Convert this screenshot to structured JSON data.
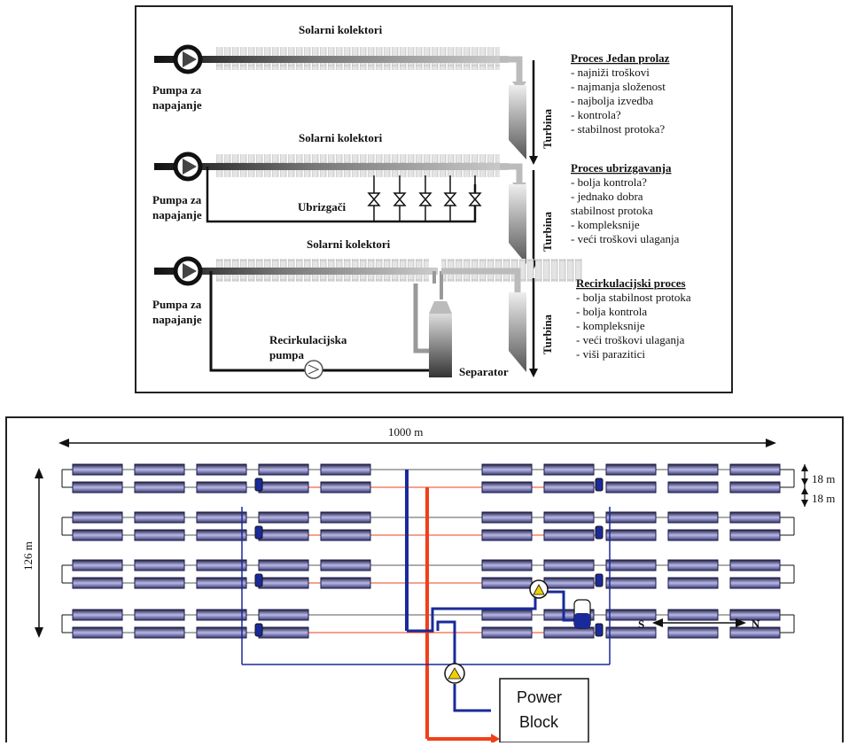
{
  "top_diagram": {
    "rows": [
      {
        "collectors_label": "Solarni kolektori",
        "pump_label_1": "Pumpa za",
        "pump_label_2": "napajanje",
        "turbine_label": "Turbina",
        "process_title": "Proces Jedan prolaz",
        "bullets": [
          "- najniži troškovi",
          "- najmanja složenost",
          "- najbolja izvedba",
          "- kontrola?",
          "- stabilnost protoka?"
        ]
      },
      {
        "collectors_label": "Solarni kolektori",
        "pump_label_1": "Pumpa za",
        "pump_label_2": "napajanje",
        "injectors_label": "Ubrizgači",
        "turbine_label": "Turbina",
        "process_title": "Proces ubrizgavanja",
        "bullets": [
          "- bolja kontrola?",
          "- jednako dobra",
          "stabilnost protoka",
          "- kompleksnije",
          "- veći troškovi ulaganja"
        ]
      },
      {
        "collectors_label": "Solarni kolektori",
        "pump_label_1": "Pumpa za",
        "pump_label_2": "napajanje",
        "recirc_label_1": "Recirkulacijska",
        "recirc_label_2": "pumpa",
        "separator_label": "Separator",
        "turbine_label": "Turbina",
        "process_title": "Recirkulacijski proces",
        "bullets": [
          "- bolja stabilnost protoka",
          "- bolja kontrola",
          "- kompleksnije",
          "- veći troškovi ulaganja",
          "- viši parazitici"
        ]
      }
    ]
  },
  "bottom_diagram": {
    "length_label": "1000 m",
    "height_label": "126 m",
    "spacing_label_1": "18 m",
    "spacing_label_2": "18 m",
    "south_label": "S",
    "north_label": "N",
    "power_block_line1": "Power",
    "power_block_line2": "Block"
  },
  "colors": {
    "collector_dark": "#202040",
    "collector_light": "#b8b8e8",
    "cold_line": "#1a2a9a",
    "hot_line": "#f0401a"
  }
}
